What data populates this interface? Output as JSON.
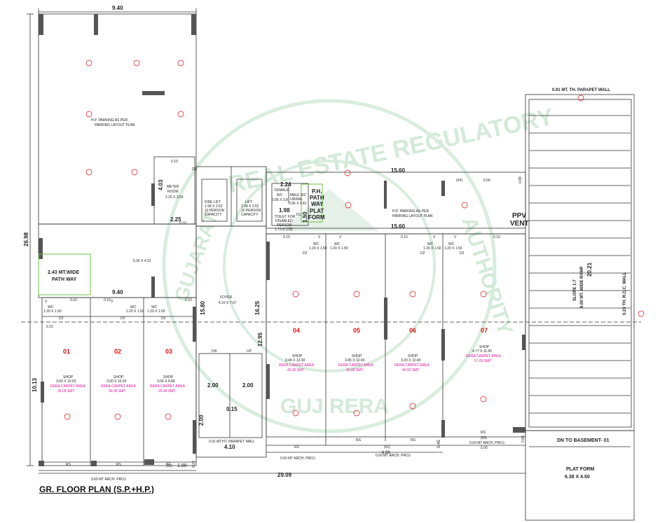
{
  "plan_title": "GR. FLOOR PLAN (S.P.+H.P.)",
  "watermark": {
    "top": "REAL ESTATE REGULATORY",
    "right": "AUTHORITY",
    "bottom": "GUJ RERA",
    "left": "GUJARAT"
  },
  "dims": {
    "top_width": "9.40",
    "left_height": "26.98",
    "shops_height": "10.13",
    "mid_width": "9.40",
    "back_width": "15.60",
    "back_inner": "15.60",
    "total_width": "29.09",
    "ramp_length": "20.21",
    "meter_h": "4.03",
    "meter_w": "2.25",
    "right_top": "2.24",
    "ph_w": "1.98",
    "ph_h": "1.50",
    "stair_w1": "2.00",
    "stair_w2": "2.00",
    "stair_mid": "0.15",
    "stair_h": "2.00",
    "foyer_h1": "15.80",
    "foyer_h2": "16.25",
    "foyer_h3": "12.95",
    "lobby_w": "4.10",
    "front_w": "6.96",
    "front_h": "0.45",
    "rs_h": "0.23",
    "d_w": "1.90",
    "d_w2": "5.00",
    "d_w3": "5.00",
    "top_right_h": "0.89",
    "ramp_h": "0.89"
  },
  "labels": {
    "hp_parking": "H.P. PARKING AS PER",
    "hp_parking2": "PARKING LAYOUT PLAN",
    "hp_parking_right": "H.P. PARKING AS PER",
    "hp_parking_right2": "PARKING LAYOUT PLAN",
    "meter_room": "METER",
    "meter_room2": "ROOM",
    "meter_size": "2.25 X 3.93",
    "fire_lift": "FIRE LIFT",
    "fire_lift_size": "1.98 X 2.52",
    "fire_lift_cap": "10 PERSON",
    "fire_lift_cap2": "CAPACITY",
    "lift": "LIFT",
    "lift_size": "1.98 X 2.52",
    "lift_cap": "10 PERSON",
    "lift_cap2": "CAPACITY",
    "path_way": "2.43 MT.WIDE",
    "path_way2": "PATH WAY",
    "open_size": "6.36 X 4.22",
    "foyer": "FOYER",
    "foyer_size": "4.10 X 7.67",
    "female_wc": "FEMALE",
    "female_wc2": "WC",
    "female_wc_size": "0.95 X 0.8",
    "male_wc": "MALE WC",
    "male_wc2": "URINAL",
    "male_wc_size": "0.95 X 0.81",
    "ph_path": "P.H.",
    "ph_path2": "PATH",
    "ph_path3": "WAY",
    "plat_form_small": "PLAT",
    "plat_form_small2": "FORM",
    "toilet_disabled": "TOILET FOR",
    "toilet_disabled2": "DISABLED",
    "toilet_disabled3": "PERSON",
    "toilet_disabled_size": "1.73 X 1.50",
    "ppv_vent": "PPV",
    "ppv_vent2": "VENT",
    "parapet_top": "0.91 MT. TH. PARAPET WALL",
    "ramp_slope": "SLOPE 1:7",
    "ramp_width": "6.00 MT. WIDE RAMP",
    "rcc_wall": "0.23 TH. R.C.C. WALL",
    "dn_basement": "DN TO BASEMENT- 01",
    "plat_form": "PLAT FORM",
    "plat_form_size": "6.38 X 4.50",
    "arch_proj1": "0.60 MT ARCH. PROJ.",
    "arch_proj2": "0.60 MT ARCH. PROJ.",
    "arch_proj3": "0.60 MT ARCH. PROJ.",
    "arch_proj4": "0.60 MT ARCH. PROJ.",
    "parapet_mid": "0.91 MT.HT. PARAPET WALL",
    "dn": "DN",
    "up": "UP",
    "wc": "WC",
    "wc_size": "1.20 X 1.50",
    "rs": "RS",
    "d1": "D1",
    "d2": "D2",
    "v": "V",
    "gap": "0.10",
    "tag01": "(01)",
    "tag02": "(02)",
    "tag03": "(03)",
    "tag04": "(04)",
    "shop": "SHOP",
    "rera": "RERA CARPET AREA"
  },
  "shops": [
    {
      "no": "01",
      "size": "3.00 X 10.03",
      "area": "30.09 SMT."
    },
    {
      "no": "02",
      "size": "3.00 X 10.03",
      "area": "30.09 SMT."
    },
    {
      "no": "03",
      "size": "3.00 X 9.80",
      "area": "29.40 SMT."
    },
    {
      "no": "04",
      "size": "3.44 X 12.30",
      "area": "42.30 SMT."
    },
    {
      "no": "05",
      "size": "3.45 X 12.40",
      "area": "42.80 SMT."
    },
    {
      "no": "06",
      "size": "3.30 X 12.40",
      "area": "40.92 SMT."
    },
    {
      "no": "07",
      "size": "4.77 X 11.95",
      "area": "57.00 SMT."
    }
  ],
  "colors": {
    "line": "#333333",
    "red": "#e01010",
    "magenta": "#e0109e",
    "green": "#6cc24a",
    "wall": "#555555",
    "watermark": "#cfe8d5"
  }
}
